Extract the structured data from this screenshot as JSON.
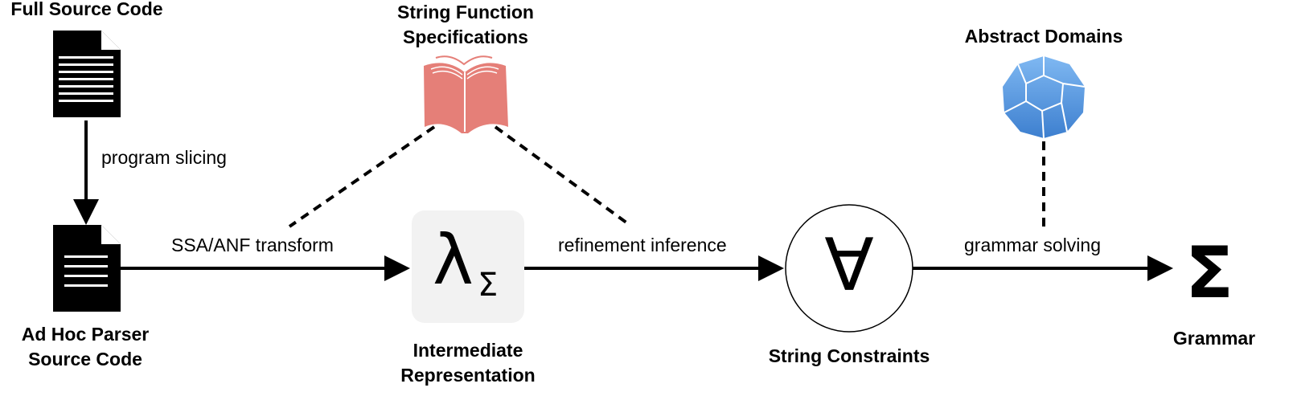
{
  "nodes": {
    "full_source": "Full Source Code",
    "spec_line1": "String Function",
    "spec_line2": "Specifications",
    "abstract": "Abstract Domains",
    "adhoc_line1": "Ad Hoc Parser",
    "adhoc_line2": "Source Code",
    "ir_line1": "Intermediate",
    "ir_line2": "Representation",
    "constraints": "String Constraints",
    "grammar": "Grammar"
  },
  "edges": {
    "slicing": "program slicing",
    "ssa": "SSA/ANF transform",
    "refinement": "refinement inference",
    "solving": "grammar solving"
  },
  "symbols": {
    "lambda": "λ",
    "lambda_sub": "Σ",
    "forall": "∀",
    "sigma": "Σ"
  },
  "icons": {
    "document": "document-icon",
    "book": "open-book-icon",
    "dodecahedron": "dodecahedron-icon"
  },
  "colors": {
    "book": "#e57f78",
    "dodecahedron": "#4f8fdb",
    "ir_box": "#f2f2f2"
  }
}
